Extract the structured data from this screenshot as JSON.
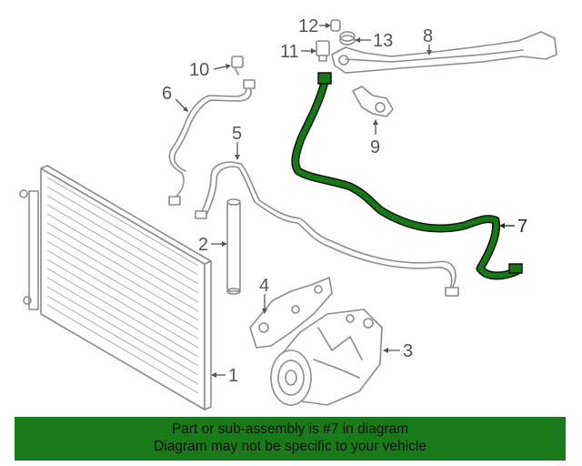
{
  "diagram": {
    "highlight_color": "#157a15",
    "line_color": "#8c8c8c",
    "callouts": {
      "c1": "1",
      "c2": "2",
      "c3": "3",
      "c4": "4",
      "c5": "5",
      "c6": "6",
      "c7": "7",
      "c8": "8",
      "c9": "9",
      "c10": "10",
      "c11": "11",
      "c12": "12",
      "c13": "13"
    },
    "highlighted_part": "7"
  },
  "banner": {
    "line1": "Part or sub-assembly is #7 in diagram",
    "line2": "Diagram may not be specific to your vehicle",
    "background": "#1a7a1a"
  }
}
